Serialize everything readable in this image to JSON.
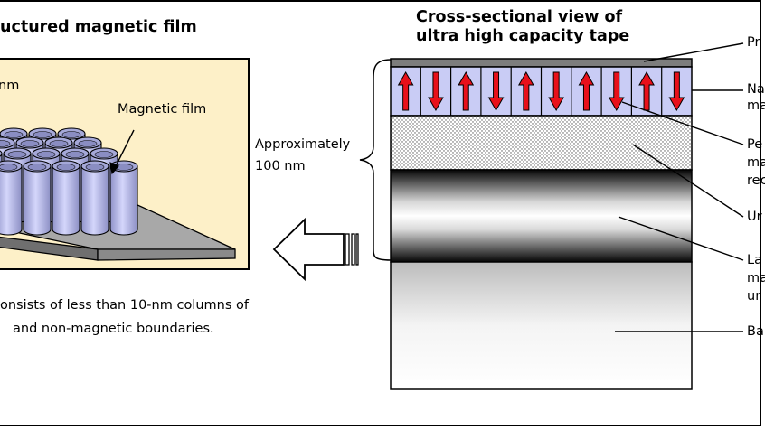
{
  "diagram": {
    "left_title": "uctured magnetic film",
    "right_title_line1": "Cross-sectional view of",
    "right_title_line2": "ultra high capacity tape",
    "panel_label_nm": "nm",
    "magnetic_film_label": "Magnetic film",
    "caption_line1": "onsists of less than 10-nm columns of",
    "caption_line2": "and non-magnetic boundaries.",
    "thickness_line1": "Approximately",
    "thickness_line2": "100 nm",
    "layer_labels": [
      {
        "line1": "Pr",
        "line2": ""
      },
      {
        "line1": "Na",
        "line2": "ma"
      },
      {
        "line1": "Pe",
        "line2": "ma",
        "line3": "rec"
      },
      {
        "line1": "Ur",
        "line2": ""
      },
      {
        "line1": "La",
        "line2": "ma",
        "line3": "ur"
      },
      {
        "line1": "Ba",
        "line2": ""
      }
    ],
    "arrow_directions": [
      "up",
      "down",
      "up",
      "down",
      "up",
      "down",
      "up",
      "down",
      "up",
      "down"
    ],
    "colors": {
      "panel_bg": "#fdf0c8",
      "nano_layer": "#c9ccf5",
      "arrow_red": "#e8101a",
      "cylinder": "#b9bce8",
      "base_plate": "#a4a4a4"
    }
  }
}
